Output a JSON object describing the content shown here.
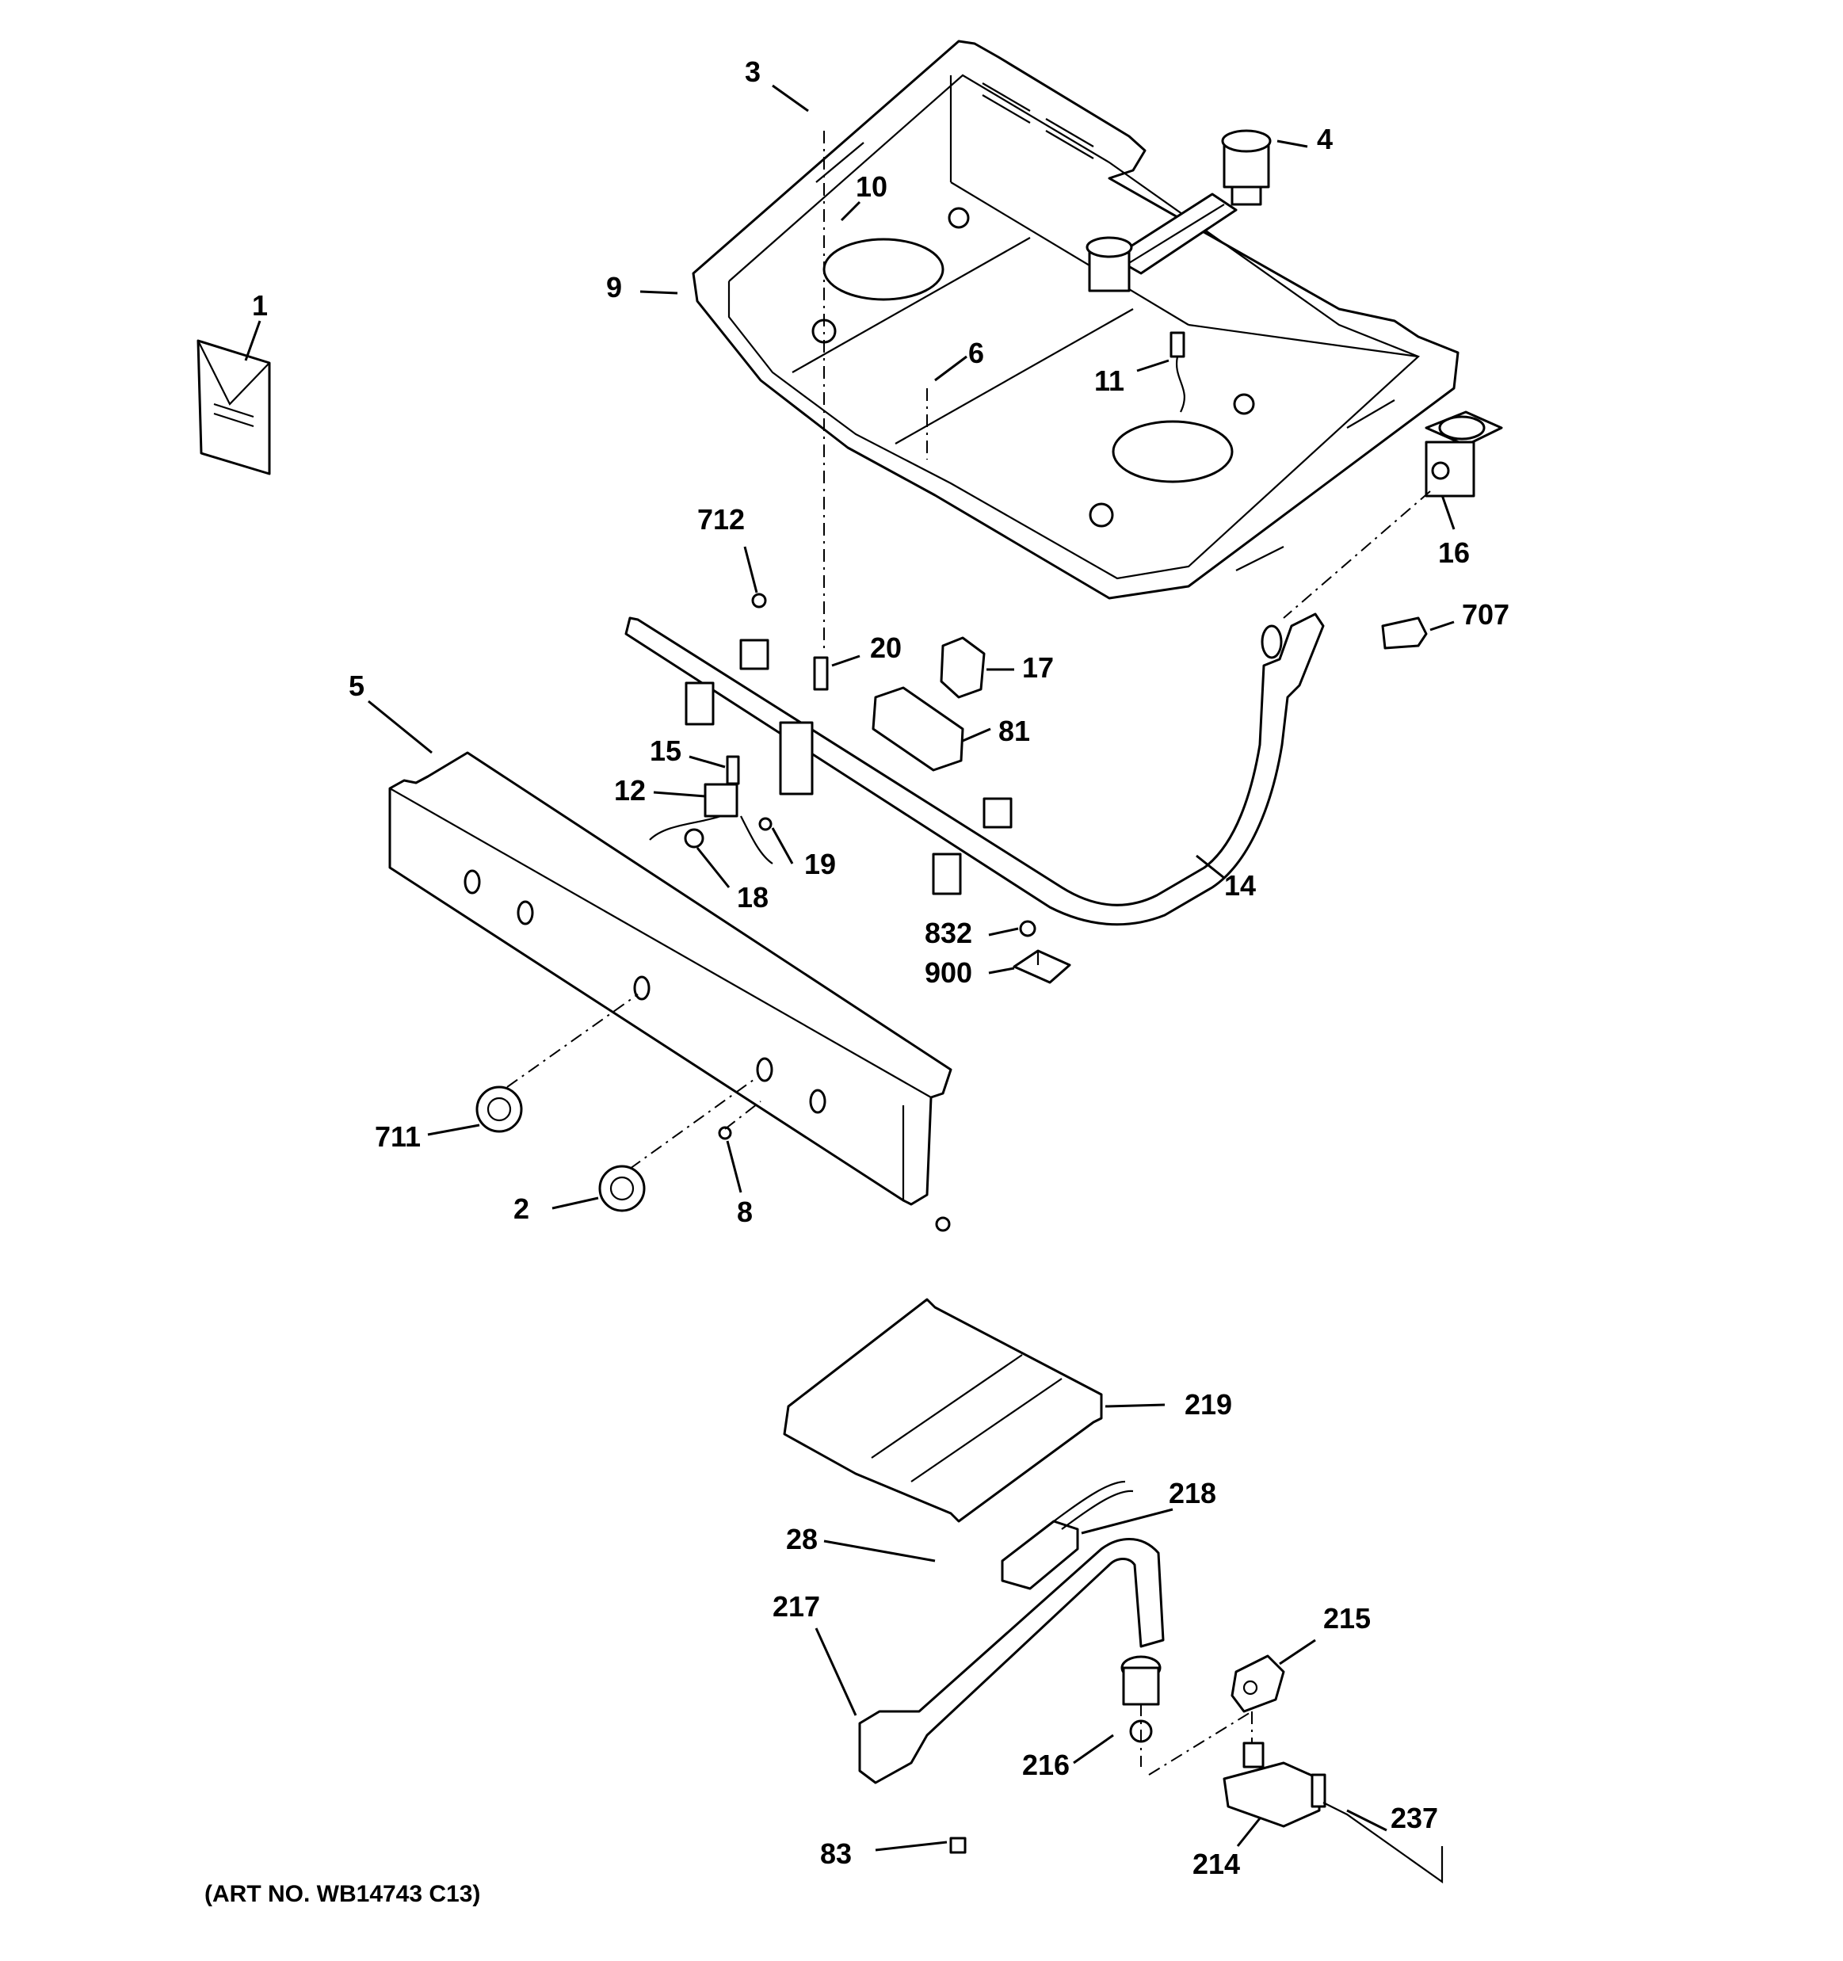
{
  "diagram": {
    "art_number": "(ART NO. WB14743 C13)",
    "callouts": [
      {
        "id": "c1",
        "label": "1"
      },
      {
        "id": "c2",
        "label": "2"
      },
      {
        "id": "c3",
        "label": "3"
      },
      {
        "id": "c4",
        "label": "4"
      },
      {
        "id": "c5",
        "label": "5"
      },
      {
        "id": "c6",
        "label": "6"
      },
      {
        "id": "c8",
        "label": "8"
      },
      {
        "id": "c9",
        "label": "9"
      },
      {
        "id": "c10",
        "label": "10"
      },
      {
        "id": "c11",
        "label": "11"
      },
      {
        "id": "c12",
        "label": "12"
      },
      {
        "id": "c14",
        "label": "14"
      },
      {
        "id": "c15",
        "label": "15"
      },
      {
        "id": "c16",
        "label": "16"
      },
      {
        "id": "c17",
        "label": "17"
      },
      {
        "id": "c18",
        "label": "18"
      },
      {
        "id": "c19",
        "label": "19"
      },
      {
        "id": "c20",
        "label": "20"
      },
      {
        "id": "c28",
        "label": "28"
      },
      {
        "id": "c81",
        "label": "81"
      },
      {
        "id": "c83",
        "label": "83"
      },
      {
        "id": "c214",
        "label": "214"
      },
      {
        "id": "c215",
        "label": "215"
      },
      {
        "id": "c216",
        "label": "216"
      },
      {
        "id": "c217",
        "label": "217"
      },
      {
        "id": "c218",
        "label": "218"
      },
      {
        "id": "c219",
        "label": "219"
      },
      {
        "id": "c237",
        "label": "237"
      },
      {
        "id": "c707",
        "label": "707"
      },
      {
        "id": "c711",
        "label": "711"
      },
      {
        "id": "c712",
        "label": "712"
      },
      {
        "id": "c832",
        "label": "832"
      },
      {
        "id": "c900",
        "label": "900"
      }
    ]
  }
}
